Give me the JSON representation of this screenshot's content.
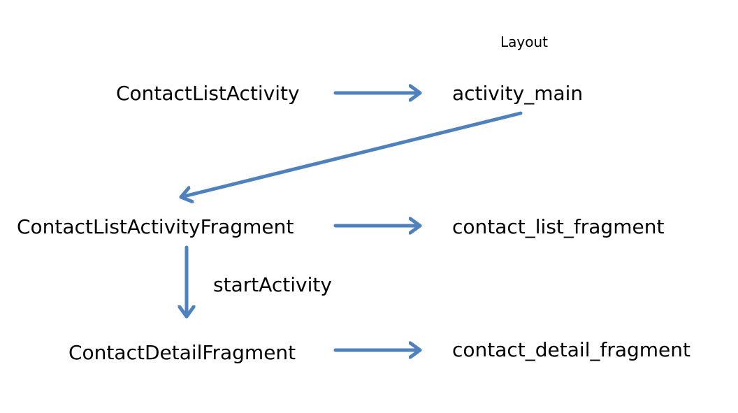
{
  "header": {
    "layout_label": "Layout"
  },
  "nodes": {
    "contact_list_activity": "ContactListActivity",
    "activity_main": "activity_main",
    "contact_list_activity_fragment": "ContactListActivityFragment",
    "contact_list_fragment": "contact_list_fragment",
    "contact_detail_fragment_class": "ContactDetailFragment",
    "contact_detail_fragment_layout": "contact_detail_fragment"
  },
  "edges": {
    "start_activity_label": "startActivity"
  },
  "colors": {
    "arrow": "#4f81bd",
    "text": "#000000",
    "background": "#ffffff"
  }
}
